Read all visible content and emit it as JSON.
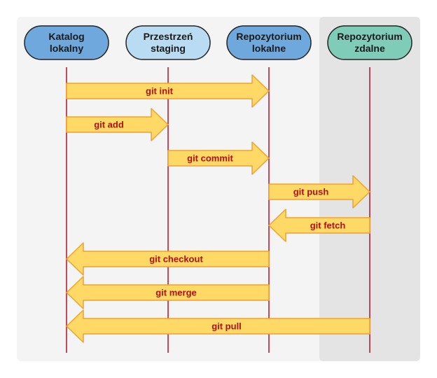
{
  "colors": {
    "panel_left": "#f4f4f4",
    "panel_right": "#e4e4e4",
    "lifeline": "#b3102a",
    "arrow_fill": "#ffd966",
    "arrow_stroke": "#f0a030",
    "command_text": "#b01010"
  },
  "lanes": [
    {
      "id": "katalog",
      "title_lines": [
        "Katalog",
        "lokalny"
      ],
      "fill": "#6fa8dc"
    },
    {
      "id": "staging",
      "title_lines": [
        "Przestrzeń",
        "staging"
      ],
      "fill": "#b9dcf3"
    },
    {
      "id": "repo_lokalne",
      "title_lines": [
        "Repozytorium",
        "lokalne"
      ],
      "fill": "#6fa8dc"
    },
    {
      "id": "repo_zdalne",
      "title_lines": [
        "Repozytorium",
        "zdalne"
      ],
      "fill": "#7fcdb8"
    }
  ],
  "commands": [
    {
      "label": "git init",
      "from": "katalog",
      "to": "repo_lokalne"
    },
    {
      "label": "git add",
      "from": "katalog",
      "to": "staging"
    },
    {
      "label": "git commit",
      "from": "staging",
      "to": "repo_lokalne"
    },
    {
      "label": "git push",
      "from": "repo_lokalne",
      "to": "repo_zdalne"
    },
    {
      "label": "git fetch",
      "from": "repo_zdalne",
      "to": "repo_lokalne"
    },
    {
      "label": "git checkout",
      "from": "repo_lokalne",
      "to": "katalog"
    },
    {
      "label": "git merge",
      "from": "repo_lokalne",
      "to": "katalog"
    },
    {
      "label": "git pull",
      "from": "repo_zdalne",
      "to": "katalog"
    }
  ]
}
